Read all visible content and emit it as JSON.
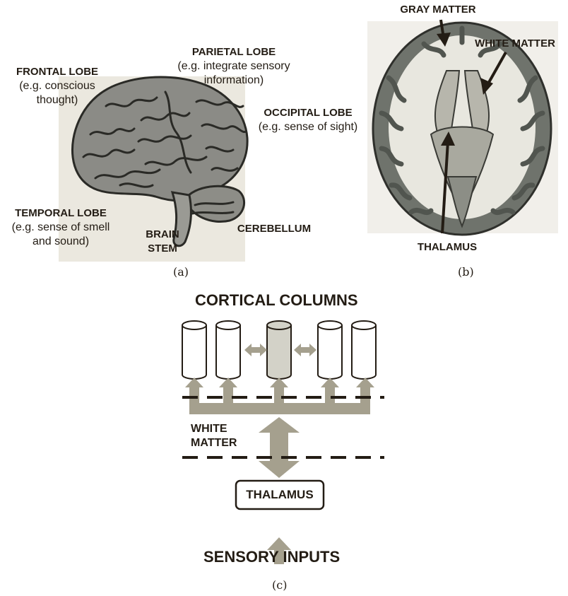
{
  "panel_a": {
    "caption": "(a)",
    "frontal": {
      "name": "FRONTAL LOBE",
      "desc_1": "(e.g. conscious",
      "desc_2": "thought)"
    },
    "parietal": {
      "name": "PARIETAL LOBE",
      "desc_1": "(e.g. integrate sensory",
      "desc_2": "information)"
    },
    "occipital": {
      "name": "OCCIPITAL LOBE",
      "desc_1": "(e.g. sense of sight)"
    },
    "temporal": {
      "name": "TEMPORAL LOBE",
      "desc_1": "(e.g. sense of smell",
      "desc_2": "and sound)"
    },
    "brain_stem": {
      "line_1": "BRAIN",
      "line_2": "STEM"
    },
    "cerebellum": "CEREBELLUM"
  },
  "panel_b": {
    "caption": "(b)",
    "gray_matter": "GRAY MATTER",
    "white_matter": "WHITE MATTER",
    "thalamus": "THALAMUS"
  },
  "panel_c": {
    "caption": "(c)",
    "title": "CORTICAL COLUMNS",
    "white_matter_1": "WHITE",
    "white_matter_2": "MATTER",
    "thalamus": "THALAMUS",
    "sensory": "SENSORY INPUTS"
  },
  "colors": {
    "label_text": "#231c14",
    "arrow_gray": "#a5a08e",
    "brain_bg": "#ebe8df",
    "brain_fill": "#8f8f8a",
    "column_fill": "#d3d2c8",
    "dashed_line": "#231c14"
  }
}
